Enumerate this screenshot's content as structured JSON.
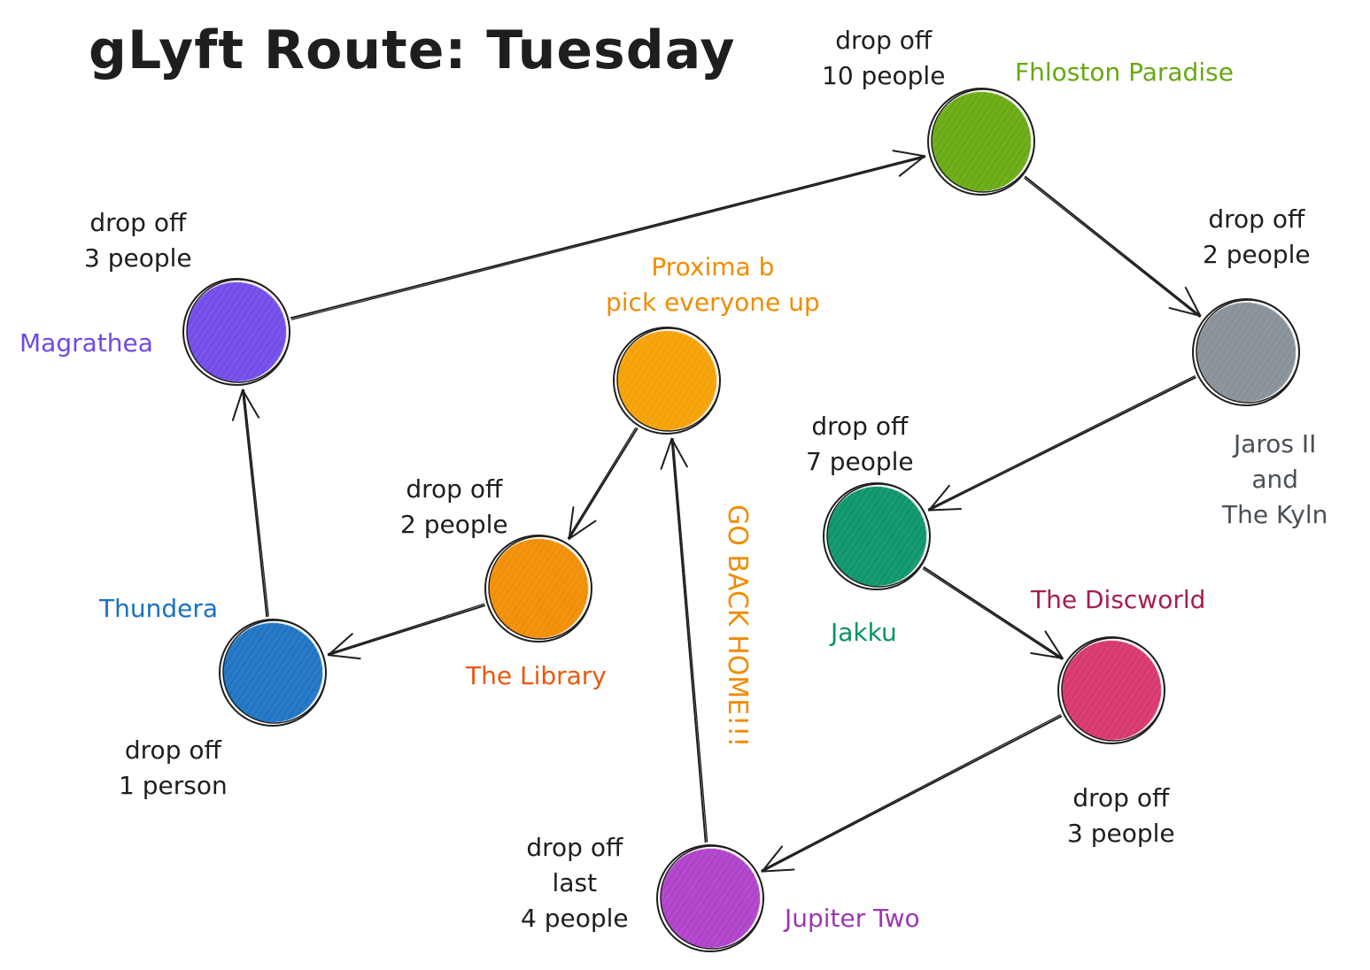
{
  "title": "gLyft Route: Tuesday",
  "colors": {
    "magrathea": "#7048e8",
    "thundera": "#1971c2",
    "library": "#f08c00",
    "library_label": "#e8590c",
    "proxima": "#f59f00",
    "proxima_label": "#f08c00",
    "fhloston": "#66a80f",
    "fhloston_label": "#66a80f",
    "jaros": "#868e96",
    "jaros_label": "#495057",
    "jakku": "#099268",
    "discworld": "#d6336c",
    "discworld_label": "#a61e4d",
    "jupiter": "#ae3ec9",
    "jupiter_label": "#9c36b5",
    "ink": "#1e1e1e"
  },
  "nodes": {
    "magrathea": {
      "name": "Magrathea",
      "note": "drop off\n3 people"
    },
    "thundera": {
      "name": "Thundera",
      "note": "drop off\n1 person"
    },
    "library": {
      "name": "The Library",
      "note": "drop off\n2 people"
    },
    "proxima": {
      "name": "Proxima b\npick everyone up"
    },
    "fhloston": {
      "name": "Fhloston Paradise",
      "note": "drop off\n10 people"
    },
    "jaros": {
      "name": "Jaros II\nand\nThe Kyln",
      "note": "drop off\n2 people"
    },
    "jakku": {
      "name": "Jakku",
      "note": "drop off\n7 people"
    },
    "discworld": {
      "name": "The Discworld",
      "note": "drop off\n3 people"
    },
    "jupiter": {
      "name": "Jupiter Two",
      "note": "drop off\nlast\n4 people"
    }
  },
  "go_back": "GO BACK HOME!!!"
}
